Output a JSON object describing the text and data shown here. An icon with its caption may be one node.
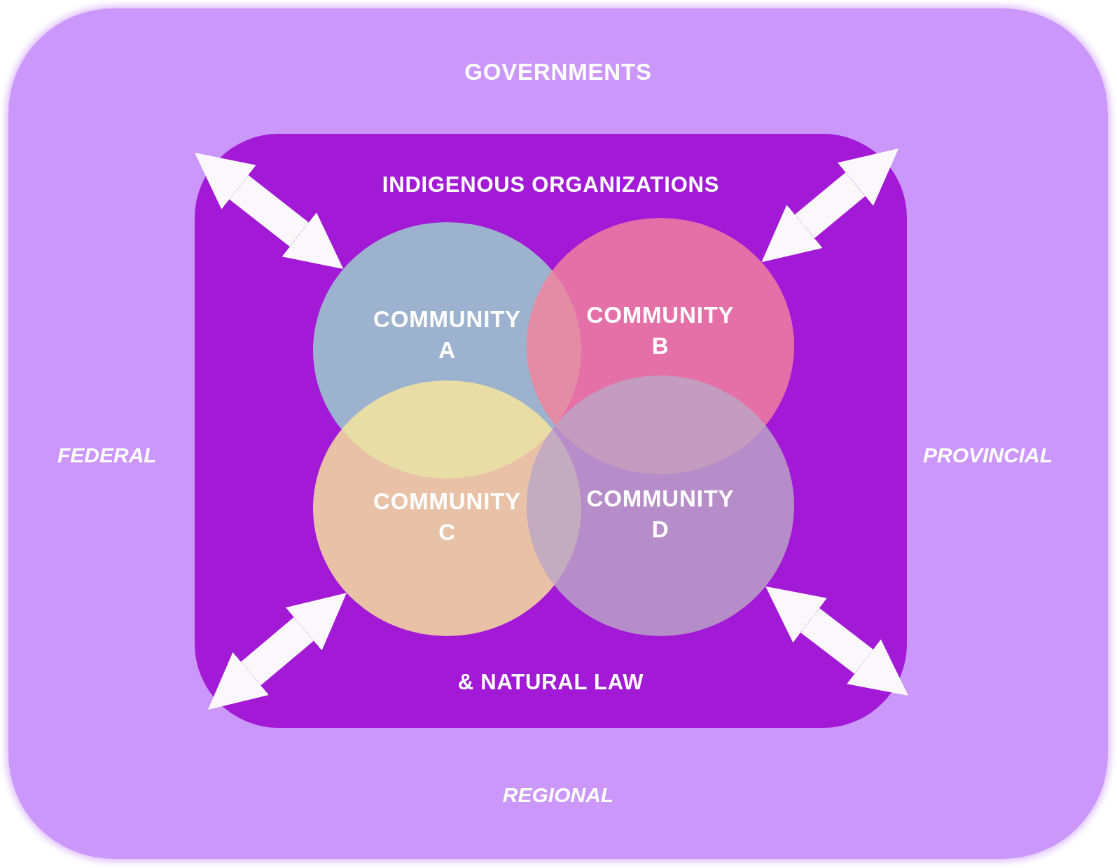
{
  "diagram": {
    "nodes": [
      {
        "text": [
          "GOVERNMENTS",
          "FEDERAL",
          "PROVINCIAL",
          "REGIONAL"
        ]
      },
      {
        "text": [
          "INDIGENOUS ORGANIZATIONS",
          "& NATURAL LAW"
        ],
        "in": 0
      },
      {
        "text": [
          "COMMUNITY A"
        ],
        "in": 1
      },
      {
        "text": [
          "COMMUNITY B"
        ],
        "in": 1
      },
      {
        "text": [
          "COMMUNITY C"
        ],
        "in": 1
      },
      {
        "text": [
          "COMMUNITY D"
        ],
        "in": 1
      }
    ],
    "edges": [
      {
        "from": null,
        "to": 2,
        "arrow": "both"
      },
      {
        "from": null,
        "to": 3,
        "arrow": "both"
      },
      {
        "from": null,
        "to": 4,
        "arrow": "both"
      },
      {
        "from": null,
        "to": 5,
        "arrow": "both"
      }
    ]
  }
}
